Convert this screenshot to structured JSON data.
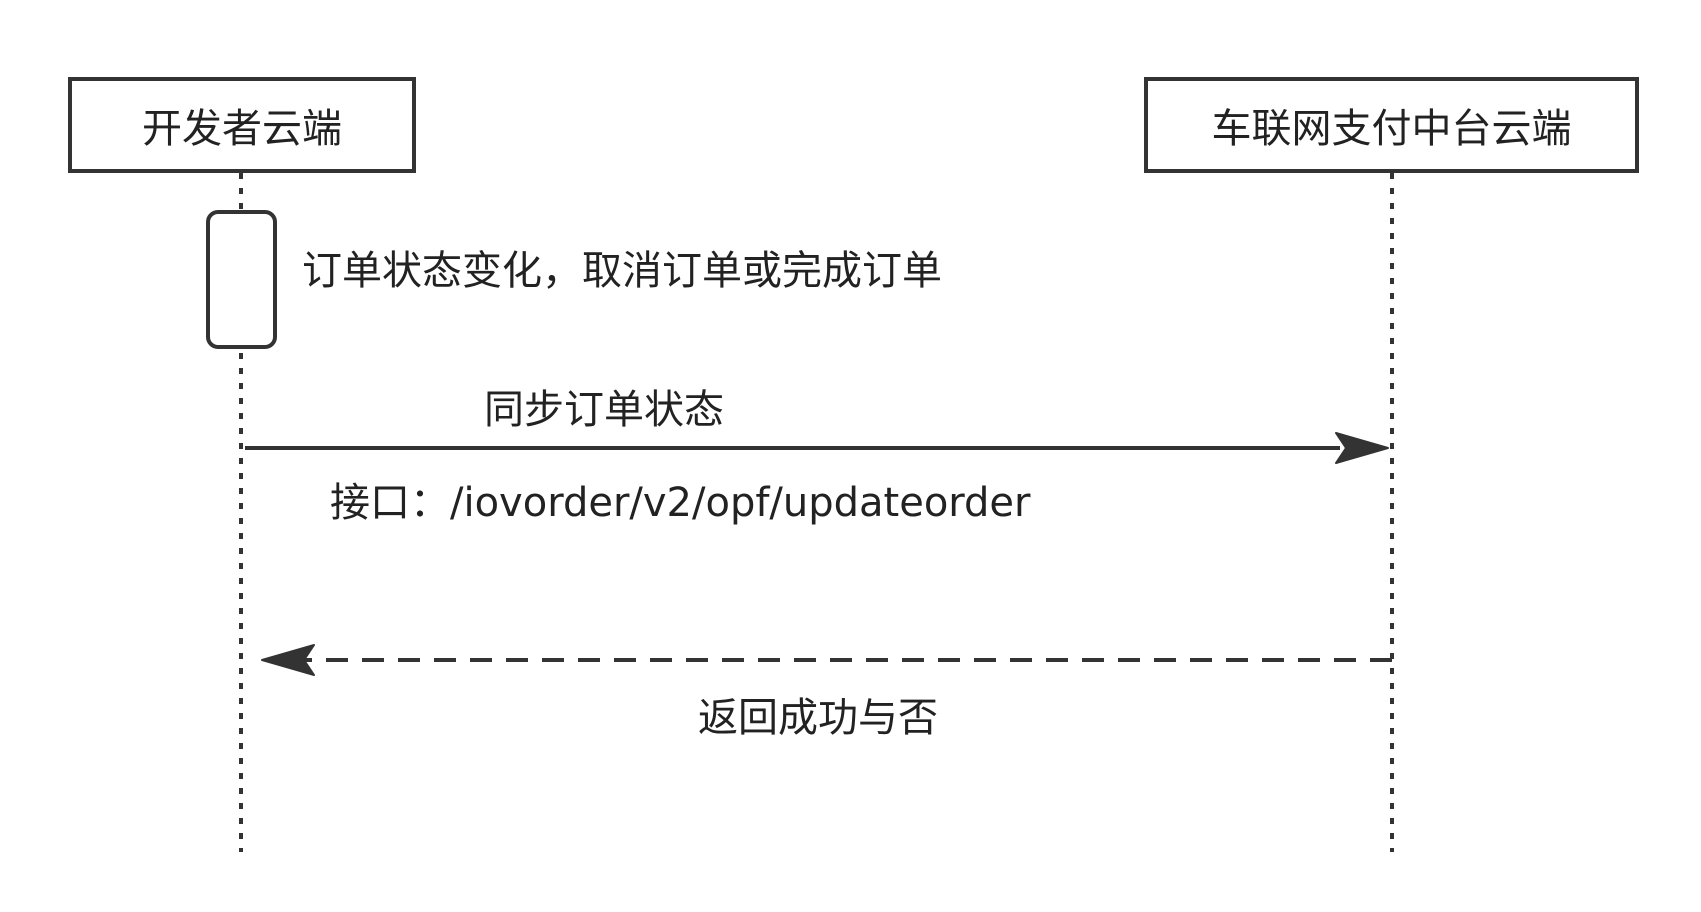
{
  "participants": {
    "developer_cloud": "开发者云端",
    "payment_cloud": "车联网支付中台云端"
  },
  "messages": {
    "self_event": "订单状态变化，取消订单或完成订单",
    "sync_request": "同步订单状态",
    "sync_endpoint": "接口：/iovorder/v2/opf/updateorder",
    "response": "返回成功与否"
  },
  "colors": {
    "stroke": "#333333",
    "text": "#222222",
    "background": "#ffffff"
  }
}
